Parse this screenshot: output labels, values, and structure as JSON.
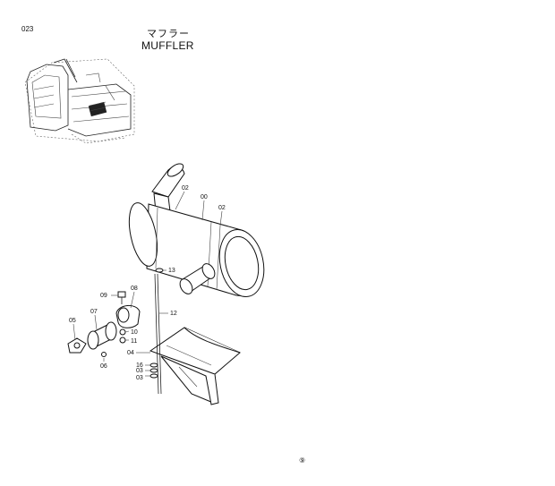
{
  "page_number": "023",
  "title_ja": "マフラー",
  "title_en": "MUFFLER",
  "callouts": {
    "c00": "00",
    "c02a": "02",
    "c02b": "02",
    "c13": "13",
    "c12": "12",
    "c08": "08",
    "c09": "09",
    "c07": "07",
    "c05": "05",
    "c10": "10",
    "c11": "11",
    "c06": "06",
    "c04": "04",
    "c16": "16",
    "c03a": "03",
    "c03b": "03"
  },
  "footer_mark": "⑨"
}
